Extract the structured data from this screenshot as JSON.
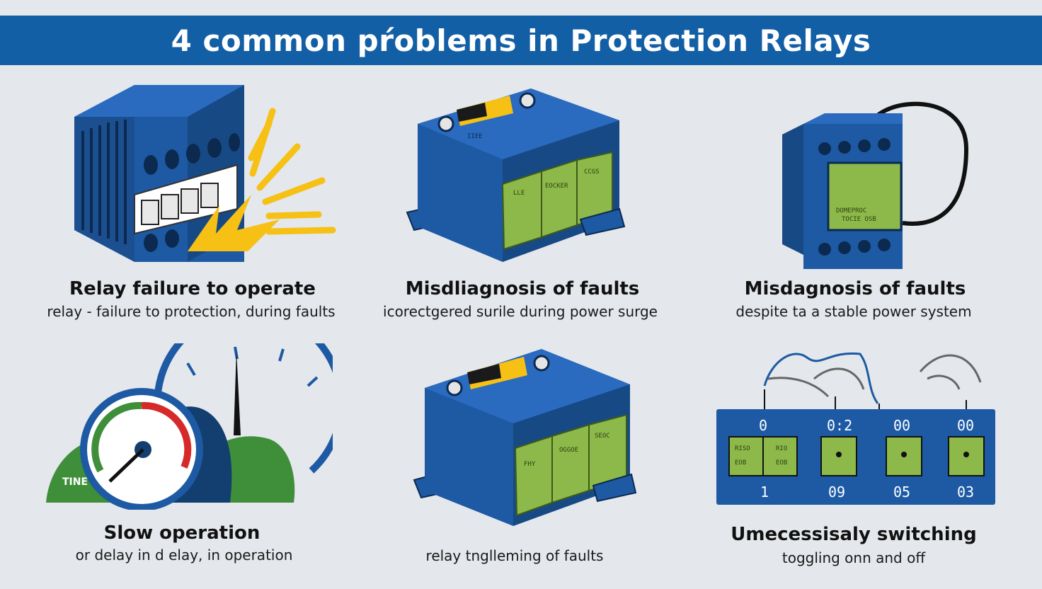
{
  "header": {
    "title": "4 common pŕoblems in Protection Relays"
  },
  "colors": {
    "banner": "#135fa6",
    "relay_blue": "#1d5aa3",
    "module_green": "#8db84a",
    "spark_yellow": "#f6c014",
    "dial_green": "#3f8f3a"
  },
  "panels": [
    {
      "title": "Relay failure to operate",
      "subtitle": "relay - failure to protection, during faults",
      "icon": "burning-relay-icon"
    },
    {
      "title": "Misdliagnosis of faults",
      "subtitle": "icorectgered surile during power surge",
      "icon": "relay-module-icon"
    },
    {
      "title": "Misdagnosis of faults",
      "subtitle": "despite ta a stable power system",
      "icon": "din-relay-icon"
    },
    {
      "title": "Slow operation",
      "subtitle": "or delay in d elay, in operation",
      "icon": "gauge-icon"
    },
    {
      "title": "",
      "subtitle": "relay tnglleming of faults",
      "icon": "relay-module-icon"
    },
    {
      "title": "Umecessisaly switching",
      "subtitle": "toggling onn and off",
      "icon": "relay-strip-icon"
    }
  ],
  "gauge": {
    "label": "TINE"
  },
  "strip": {
    "top_labels": [
      "0",
      "0:2",
      "00",
      "00"
    ],
    "bottom_labels": [
      "1",
      "09",
      "05",
      "03"
    ]
  }
}
